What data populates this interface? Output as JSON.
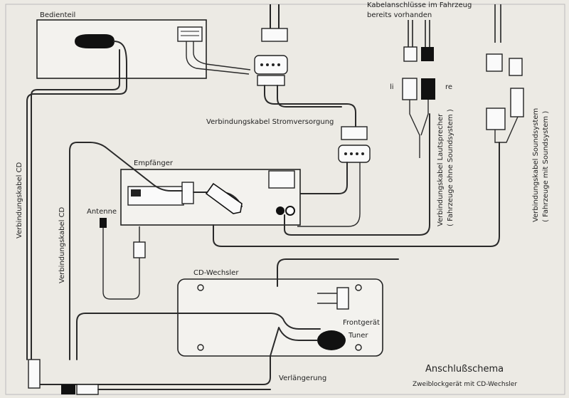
{
  "labels": {
    "bedienteil": "Bedienteil",
    "kabelanschluesse_line1": "Kabelanschlüsse im Fahrzeug",
    "kabelanschluesse_line2": "bereits vorhanden",
    "li": "li",
    "re": "re",
    "verbindungskabel_stromversorgung": "Verbindungskabel Stromversorgung",
    "empfaenger": "Empfänger",
    "antenne": "Antenne",
    "verbindungskabel_cd_left": "Verbindungskabel CD",
    "verbindungskabel_cd_inner": "Verbindungskabel CD",
    "verbindungskabel_lautsprecher": "Verbindungskabel Lautsprecher",
    "fahrzeuge_ohne_soundsystem": "( Fahrzeuge ohne Soundsystem )",
    "verbindungskabel_soundsystem": "Verbindungskabel Soundsystem",
    "fahrzeuge_mit_soundsystem": "( Fahrzeuge mit Soundsystem )",
    "cd_wechsler": "CD-Wechsler",
    "frontgeraet": "Frontgerät",
    "tuner": "Tuner",
    "verlaengerung": "Verlängerung",
    "anschlussschema": "Anschlußschema",
    "zweiblockgeraet": "Zweiblockgerät mit CD-Wechsler"
  }
}
